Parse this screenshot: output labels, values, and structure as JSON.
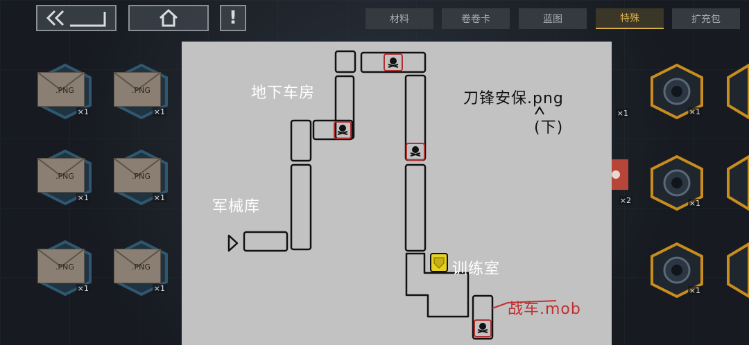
{
  "topbar": {
    "back_icon": "back-arrows-icon",
    "home_icon": "home-icon",
    "alert_glyph": "!"
  },
  "tabs": [
    {
      "label": "材料",
      "active": false
    },
    {
      "label": "卷卷卡",
      "active": false
    },
    {
      "label": "蓝图",
      "active": false
    },
    {
      "label": "特殊",
      "active": true
    },
    {
      "label": "扩充包",
      "active": false
    }
  ],
  "left_items": [
    {
      "label": ".PNG",
      "qty": "×1"
    },
    {
      "label": ".PNG",
      "qty": "×1"
    },
    {
      "label": ".PNG",
      "qty": "×1"
    },
    {
      "label": ".PNG",
      "qty": "×1"
    },
    {
      "label": ".PNG",
      "qty": "×1"
    },
    {
      "label": ".PNG",
      "qty": "×1"
    }
  ],
  "right_items": [
    {
      "qty": "×1"
    },
    {
      "qty": "×1"
    },
    {
      "qty": "×2"
    },
    {
      "qty": "×1"
    },
    {
      "qty": "×1"
    }
  ],
  "map": {
    "label_basement": "地下车房",
    "label_armory": "军械库",
    "label_security": "刀锋安保.png",
    "label_security_sub": "(下)",
    "label_training": "训练室",
    "label_tank": "战车.mob",
    "colors": {
      "paper": "#c2c2c2",
      "line": "#111111",
      "marker": "#b03030",
      "shield": "#e6d020",
      "tank_note": "#c03030"
    }
  }
}
